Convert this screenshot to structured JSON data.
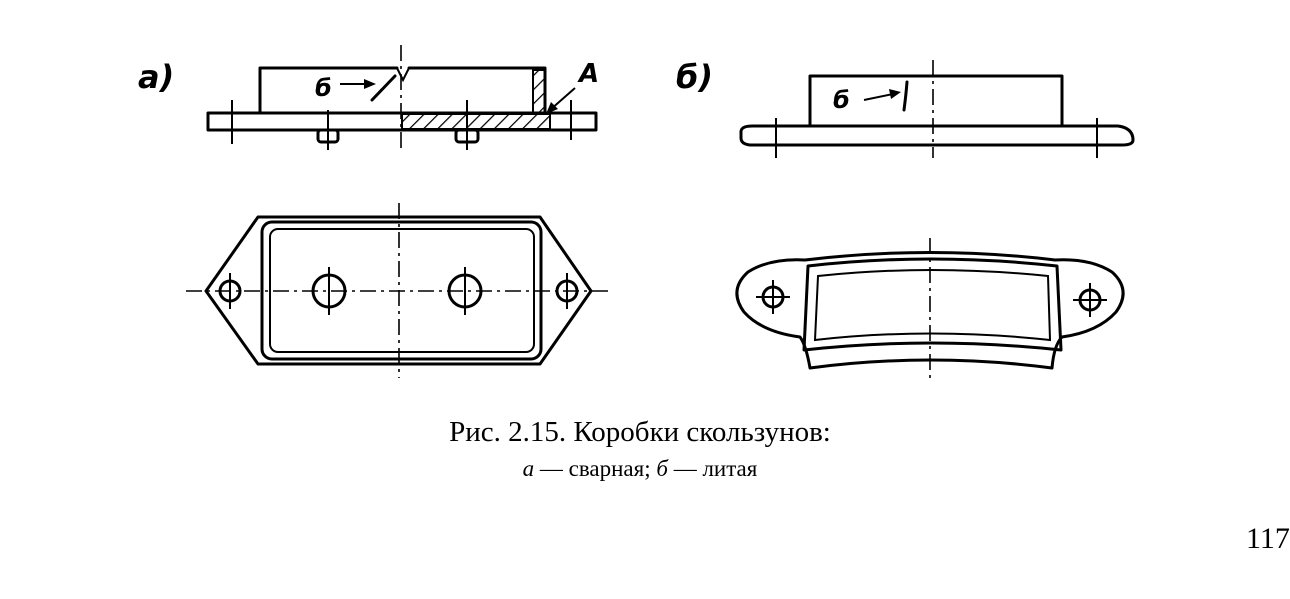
{
  "labels": {
    "view_a": "а)",
    "view_b": "б)",
    "weld_b_left": "б",
    "weld_a": "А",
    "weld_b_right": "б"
  },
  "caption": {
    "title": "Рис. 2.15. Коробки скользунов:",
    "part_a_letter": "а",
    "part_a_text": " — сварная; ",
    "part_b_letter": "б",
    "part_b_text": " — литая"
  },
  "page_number": "117"
}
